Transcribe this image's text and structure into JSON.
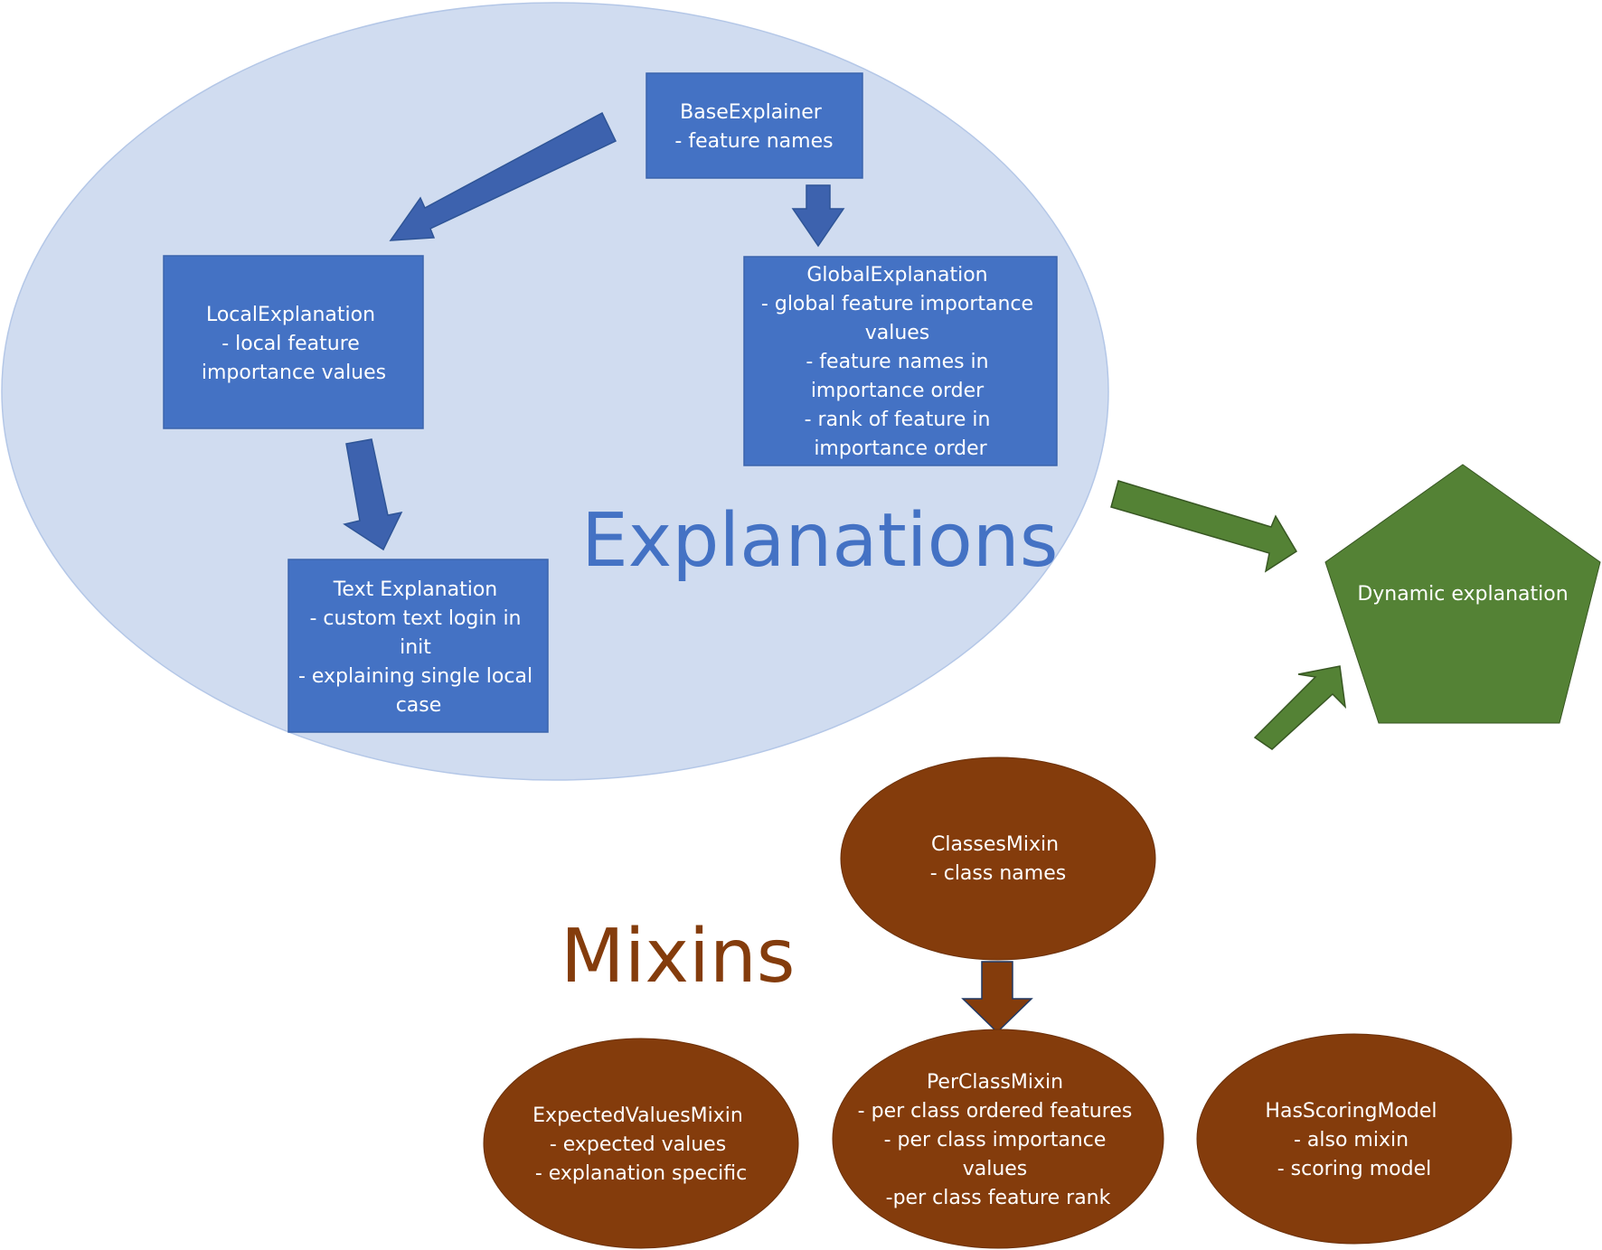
{
  "explanations": {
    "title": "Explanations",
    "base_explainer": [
      "BaseExplainer",
      "- feature names"
    ],
    "local_explanation": [
      "LocalExplanation",
      "- local feature",
      "importance values"
    ],
    "global_explanation": [
      "GlobalExplanation",
      "- global feature importance",
      "values",
      "- feature names in",
      "importance order",
      "- rank of feature in",
      "importance order"
    ],
    "text_explanation": [
      "Text Explanation",
      "- custom text login in",
      "init",
      "- explaining single local",
      "case"
    ]
  },
  "dynamic_explanation": {
    "label": "Dynamic explanation"
  },
  "mixins": {
    "title": "Mixins",
    "classes_mixin": [
      "ClassesMixin",
      "- class names"
    ],
    "per_class_mixin": [
      "PerClassMixin",
      "- per class ordered features",
      "- per class importance",
      "values",
      "-per class feature rank"
    ],
    "expected_values_mixin": [
      "ExpectedValuesMixin",
      "- expected values",
      "- explanation specific"
    ],
    "has_scoring_model": [
      "HasScoringModel",
      "- also mixin",
      "- scoring model"
    ]
  },
  "colors": {
    "ellipse_fill": "#d0dcf0",
    "ellipse_stroke": "#b4c7e7",
    "box_fill": "#4472c4",
    "box_stroke": "#3b64ad",
    "arrow_blue": "#3d62ae",
    "title_blue": "#4472c4",
    "green": "#548235",
    "brown": "#843c0c",
    "arrow_stroke_blue": "#2f5597",
    "arrow_stroke_green": "#385723",
    "arrow_stroke_brown": "#203864"
  }
}
